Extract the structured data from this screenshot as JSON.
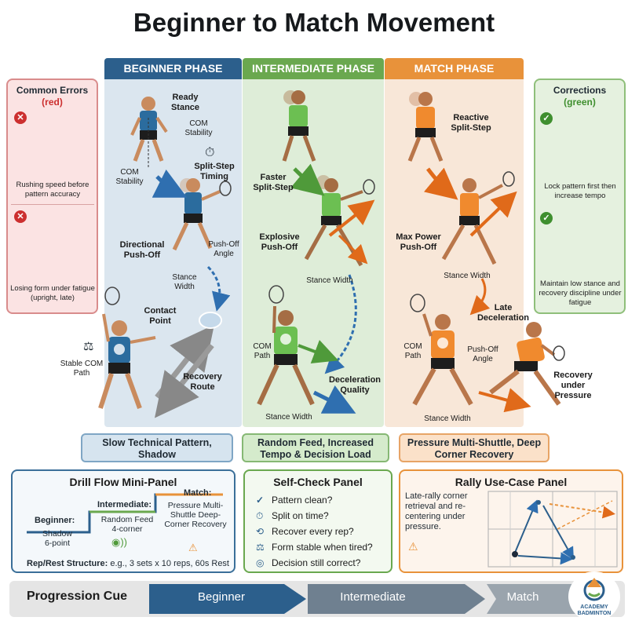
{
  "title": "Beginner to Match Movement",
  "phases": {
    "beginner": "BEGINNER PHASE",
    "intermediate": "INTERMEDIATE PHASE",
    "match": "MATCH PHASE"
  },
  "errors": {
    "title": "Common Errors",
    "subtitle": "(red)",
    "items": [
      "Rushing speed before pattern accuracy",
      "Losing form under fatigue (upright, late)"
    ]
  },
  "corrections": {
    "title": "Corrections",
    "subtitle": "(green)",
    "items": [
      "Lock pattern first then increase tempo",
      "Maintain low stance and recovery discipline under fatigue"
    ]
  },
  "beginner_labels": {
    "ready_stance": "Ready Stance",
    "com_stability_a": "COM Stability",
    "com_stability_b": "COM Stability",
    "split_step_timing": "Split-Step Timing",
    "directional_push_off": "Directional Push-Off",
    "push_off_angle": "Push-Off Angle",
    "stance_width": "Stance Width",
    "contact_point": "Contact Point",
    "stable_com_path": "Stable COM Path",
    "recovery_route": "Recovery Route"
  },
  "intermediate_labels": {
    "faster_split_step": "Faster Split-Step",
    "explosive_push_off": "Explosive Push-Off",
    "stance_width_a": "Stance Width",
    "com_path": "COM Path",
    "deceleration_quality": "Deceleration Quality",
    "stance_width_b": "Stance Width"
  },
  "match_labels": {
    "reactive_split_step": "Reactive Split-Step",
    "max_power_push_off": "Max Power Push-Off",
    "stance_width_a": "Stance Width",
    "late_deceleration": "Late Deceleration",
    "com_path": "COM Path",
    "push_off_angle": "Push-Off Angle",
    "recovery_under_pressure": "Recovery under Pressure",
    "stance_width_b": "Stance Width"
  },
  "drill_banners": {
    "beginner": "Slow Technical Pattern, Shadow",
    "intermediate": "Random Feed, Increased Tempo & Decision Load",
    "match": "Pressure Multi-Shuttle, Deep Corner Recovery"
  },
  "drill_flow": {
    "title": "Drill Flow Mini-Panel",
    "beginner_label": "Beginner:",
    "beginner_text": "Shadow 6-point",
    "intermediate_label": "Intermediate:",
    "intermediate_text": "Random Feed 4-corner",
    "match_label": "Match:",
    "match_text": "Pressure Multi-Shuttle Deep-Corner Recovery",
    "rep_rest_label": "Rep/Rest Structure:",
    "rep_rest_text": "e.g., 3 sets x 10 reps, 60s Rest"
  },
  "self_check": {
    "title": "Self-Check Panel",
    "items": [
      {
        "icon": "check-circle-icon",
        "text": "Pattern clean?"
      },
      {
        "icon": "stopwatch-icon",
        "text": "Split on time?"
      },
      {
        "icon": "recover-arrows-icon",
        "text": "Recover every rep?"
      },
      {
        "icon": "balance-scale-icon",
        "text": "Form stable when tired?"
      },
      {
        "icon": "brain-head-icon",
        "text": "Decision still correct?"
      }
    ]
  },
  "rally": {
    "title": "Rally Use-Case Panel",
    "text": "Late-rally corner retrieval and re-centering under pressure."
  },
  "progression": {
    "label": "Progression Cue",
    "steps": [
      "Beginner",
      "Intermediate",
      "Match"
    ]
  },
  "logo": {
    "text": "ACADEMY BADMINTON"
  },
  "colors": {
    "beginner": "#2c5f8c",
    "intermediate": "#6aa84f",
    "match": "#e8923a",
    "error": "#cc2f2f",
    "correction": "#3f8f2f"
  }
}
